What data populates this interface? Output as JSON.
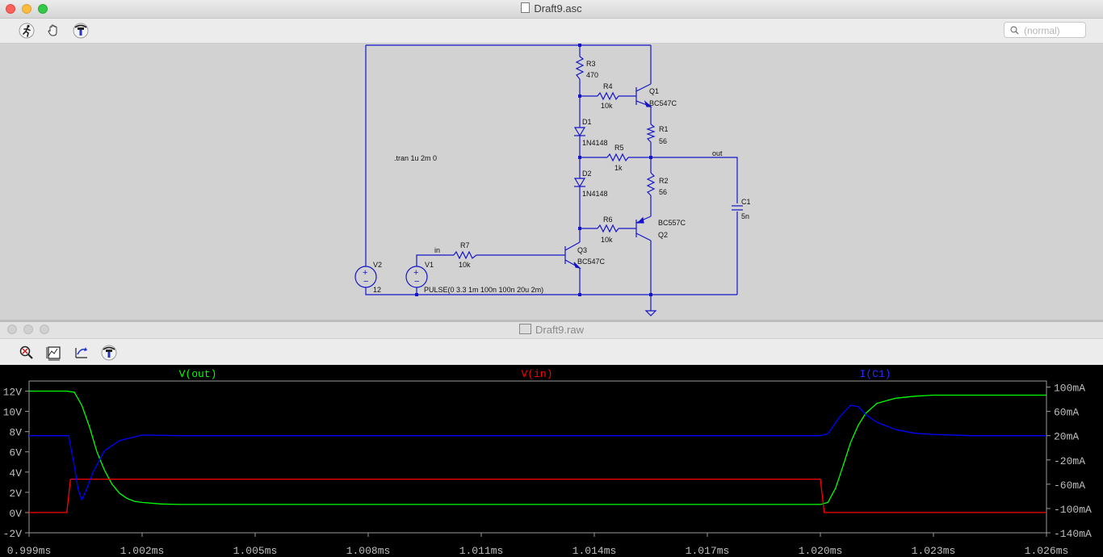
{
  "main_window": {
    "title": "Draft9.asc",
    "toolbar": {
      "run_icon": "run-icon",
      "pan_icon": "hand-icon",
      "probe_icon": "probe-icon"
    },
    "search": {
      "placeholder": "(normal)"
    }
  },
  "schematic": {
    "directive": ".tran 1u 2m 0",
    "components": {
      "R3": {
        "name": "R3",
        "value": "470"
      },
      "R4": {
        "name": "R4",
        "value": "10k"
      },
      "Q1": {
        "name": "Q1",
        "model": "BC547C"
      },
      "R1": {
        "name": "R1",
        "value": "56"
      },
      "D1": {
        "name": "D1",
        "model": "1N4148"
      },
      "R5": {
        "name": "R5",
        "value": "1k"
      },
      "D2": {
        "name": "D2",
        "model": "1N4148"
      },
      "R2": {
        "name": "R2",
        "value": "56"
      },
      "C1": {
        "name": "C1",
        "value": "5n"
      },
      "R6": {
        "name": "R6",
        "value": "10k"
      },
      "Q2": {
        "name": "Q2",
        "model": "BC557C"
      },
      "Q3": {
        "name": "Q3",
        "model": "BC547C"
      },
      "R7": {
        "name": "R7",
        "value": "10k"
      },
      "V1": {
        "name": "V1",
        "value": "PULSE(0 3.3 1m 100n 100n 20u 2m)"
      },
      "V2": {
        "name": "V2",
        "value": "12"
      }
    },
    "net_labels": {
      "out": "out",
      "in": "in"
    }
  },
  "plot_window": {
    "title": "Draft9.raw",
    "toolbar": {
      "zoom_icon": "zoom-icon",
      "autorange_icon": "autorange-icon",
      "undo_icon": "undo-zoom-icon",
      "probe_icon": "probe-icon"
    }
  },
  "chart_data": {
    "type": "line",
    "x_unit": "ms",
    "xlim": [
      0.999,
      1.026
    ],
    "x_ticks": [
      "0.999ms",
      "1.002ms",
      "1.005ms",
      "1.008ms",
      "1.011ms",
      "1.014ms",
      "1.017ms",
      "1.020ms",
      "1.023ms",
      "1.026ms"
    ],
    "ylim_left": [
      -2,
      13
    ],
    "y_ticks_left": [
      "12V",
      "10V",
      "8V",
      "6V",
      "4V",
      "2V",
      "0V",
      "-2V"
    ],
    "ylim_right": [
      -140,
      110
    ],
    "y_ticks_right": [
      "100mA",
      "60mA",
      "20mA",
      "-20mA",
      "-60mA",
      "-100mA",
      "-140mA"
    ],
    "grid": false,
    "background": "#000000",
    "series": [
      {
        "name": "V(out)",
        "color": "#00ff00",
        "axis": "left",
        "x": [
          0.999,
          1.0,
          1.0002,
          1.0004,
          1.0006,
          1.0008,
          1.001,
          1.0012,
          1.0014,
          1.0016,
          1.0018,
          1.002,
          1.0025,
          1.003,
          1.01,
          1.02,
          1.0202,
          1.0204,
          1.0206,
          1.0208,
          1.021,
          1.0212,
          1.0215,
          1.022,
          1.0225,
          1.023,
          1.024,
          1.026
        ],
        "y": [
          12.0,
          12.0,
          11.9,
          10.6,
          8.5,
          6.0,
          4.2,
          2.8,
          1.9,
          1.4,
          1.1,
          1.0,
          0.85,
          0.8,
          0.8,
          0.8,
          1.0,
          2.4,
          4.6,
          6.9,
          8.6,
          9.8,
          10.8,
          11.3,
          11.5,
          11.6,
          11.6,
          11.6
        ]
      },
      {
        "name": "V(in)",
        "color": "#ff0000",
        "axis": "left",
        "x": [
          0.999,
          1.0,
          1.0001,
          1.02,
          1.0201,
          1.026
        ],
        "y": [
          0.0,
          0.0,
          3.3,
          3.3,
          0.0,
          0.0
        ]
      },
      {
        "name": "I(C1)",
        "color": "#0000ff",
        "axis": "right",
        "x": [
          0.999,
          1.0,
          1.00005,
          1.0002,
          1.0003,
          1.0004,
          1.0005,
          1.0007,
          1.001,
          1.0014,
          1.002,
          1.003,
          1.01,
          1.02,
          1.0202,
          1.0205,
          1.0208,
          1.021,
          1.0212,
          1.0215,
          1.022,
          1.0225,
          1.023,
          1.024,
          1.026
        ],
        "y": [
          20,
          20,
          20,
          -30,
          -68,
          -86,
          -72,
          -40,
          -5,
          12,
          21,
          20,
          20,
          20,
          23,
          50,
          70,
          68,
          55,
          42,
          30,
          24,
          22,
          20,
          20
        ]
      }
    ]
  }
}
